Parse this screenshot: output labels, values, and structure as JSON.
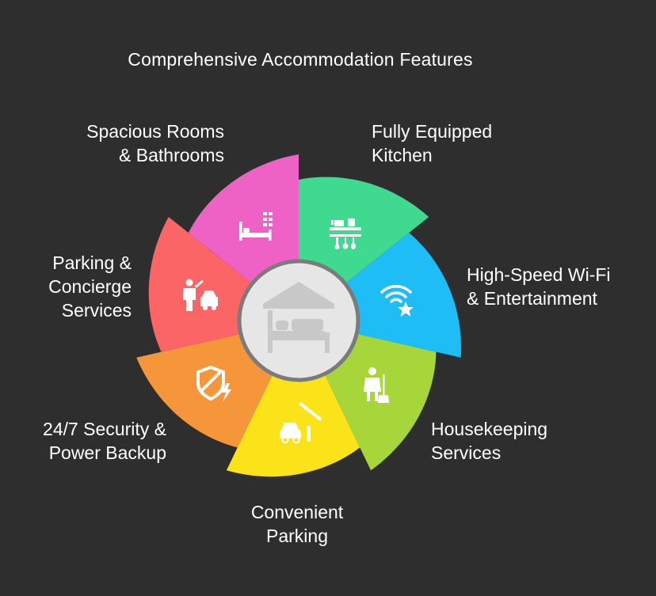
{
  "title": "Comprehensive Accommodation Features",
  "colors": {
    "background": "#2e2e2e",
    "hub": "#e6e6e6",
    "hub_border": "#7b7b7b",
    "hub_icon": "#c8c8c8"
  },
  "segments": [
    {
      "id": "kitchen",
      "lines": [
        "Fully Equipped",
        "Kitchen"
      ],
      "color": "#3fd98f",
      "icon": "kitchen-shelf-icon"
    },
    {
      "id": "wifi",
      "lines": [
        "High-Speed Wi-Fi",
        "& Entertainment"
      ],
      "color": "#1ebdf5",
      "icon": "wifi-star-icon"
    },
    {
      "id": "housekeeping",
      "lines": [
        "Housekeeping",
        "Services"
      ],
      "color": "#a6d63a",
      "icon": "housekeeper-icon"
    },
    {
      "id": "parking",
      "lines": [
        "Convenient",
        "Parking"
      ],
      "color": "#fbe31a",
      "icon": "car-barrier-icon"
    },
    {
      "id": "security",
      "lines": [
        "24/7 Security &",
        "Power Backup"
      ],
      "color": "#f5963a",
      "icon": "shield-bolt-icon"
    },
    {
      "id": "concierge",
      "lines": [
        "Parking &",
        "Concierge",
        "Services"
      ],
      "color": "#fb6565",
      "icon": "valet-car-icon"
    },
    {
      "id": "rooms",
      "lines": [
        "Spacious Rooms",
        "& Bathrooms"
      ],
      "color": "#ef62c5",
      "icon": "bed-icon"
    }
  ],
  "hub_icon": "house-bed-icon"
}
